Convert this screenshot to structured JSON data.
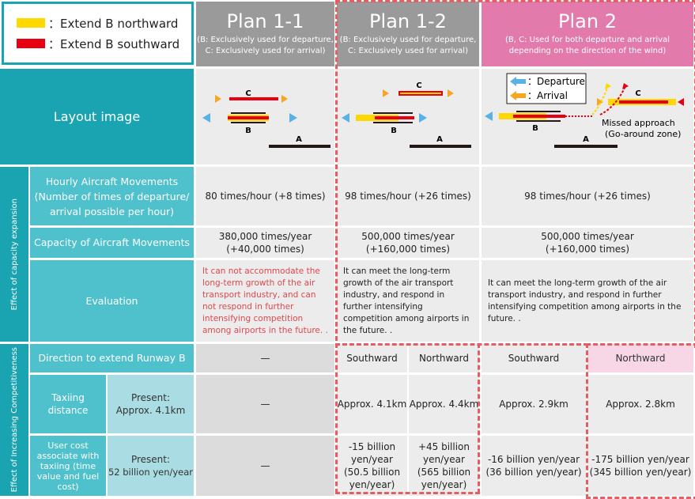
{
  "legend": {
    "north": "：Extend B northward",
    "south": "：Extend B southward"
  },
  "plans": {
    "p11": {
      "title": "Plan 1-1",
      "sub1": "(B: Exclusively used for departure,",
      "sub2": "C: Exclusively used for arrival)"
    },
    "p12": {
      "title": "Plan 1-2",
      "sub1": "(B: Exclusively used for departure,",
      "sub2": "C: Exclusively used for arrival)"
    },
    "p2": {
      "title": "Plan 2",
      "sub1": "(B, C: Used for both departure and arrival",
      "sub2": "depending on the direction of the wind)"
    }
  },
  "layout": {
    "label": "Layout image",
    "runway_a": "A",
    "runway_b": "B",
    "runway_c": "C",
    "departure": "：Departure",
    "arrival": "：Arrival",
    "missed1": "Missed approach",
    "missed2": "(Go-around zone)"
  },
  "sections": {
    "capacity": "Effect of capacity expansion",
    "competitiveness": "Effect of Increasing Competitiveness"
  },
  "rows": {
    "hourly": {
      "label1": "Hourly Aircraft Movements",
      "label2": "(Number of times of departure/",
      "label3": "arrival possible per hour)",
      "p11": "80 times/hour (+8 times)",
      "p12": "98 times/hour (+26 times)",
      "p2": "98 times/hour (+26 times)"
    },
    "capacity": {
      "label": "Capacity of Aircraft Movements",
      "p11a": "380,000 times/year",
      "p11b": "(+40,000 times)",
      "p12a": "500,000 times/year",
      "p12b": "(+160,000 times)",
      "p2a": "500,000 times/year",
      "p2b": "(+160,000 times)"
    },
    "evaluation": {
      "label": "Evaluation",
      "p11": "It can not accommodate the long-term growth of the air transport industry, and can not respond in further intensifying competition among airports in the future. .",
      "p12": "It can meet the long-term growth of the air transport industry, and respond in further intensifying competition among airports in the future. .",
      "p2": "It can meet the long-term growth of the air transport industry, and respond in further intensifying competition among airports in the future. ."
    },
    "direction": {
      "label": "Direction to extend Runway B",
      "p11": "—",
      "p12s": "Southward",
      "p12n": "Northward",
      "p2s": "Southward",
      "p2n": "Northward"
    },
    "taxi": {
      "label": "Taxiing distance",
      "present1": "Present:",
      "present2": "Approx. 4.1km",
      "p11": "—",
      "p12s": "Approx. 4.1km",
      "p12n": "Approx. 4.4km",
      "p2s": "Approx. 2.9km",
      "p2n": "Approx. 2.8km"
    },
    "cost": {
      "label1": "User cost",
      "label2": "associate with",
      "label3": "taxiing (time",
      "label4": "value and fuel",
      "label5": "cost)",
      "present1": "Present:",
      "present2": "52 billion yen/year",
      "p11": "—",
      "p12s1": "-15 billion",
      "p12s2": "yen/year",
      "p12s3": "(50.5 billion",
      "p12s4": "yen/year)",
      "p12n1": "+45 billion",
      "p12n2": "yen/year",
      "p12n3": "(565 billion",
      "p12n4": "yen/year)",
      "p2s1": "-16 billion yen/year",
      "p2s2": "(36 billion yen/year)",
      "p2n1": "-175 billion yen/year",
      "p2n2": "(345 billion yen/year)"
    }
  },
  "colors": {
    "north": "#ffd800",
    "south": "#e60012",
    "departure": "#5ab1e6",
    "arrival": "#f5a623",
    "runway": "#231815",
    "highlight": "#e35d63"
  }
}
